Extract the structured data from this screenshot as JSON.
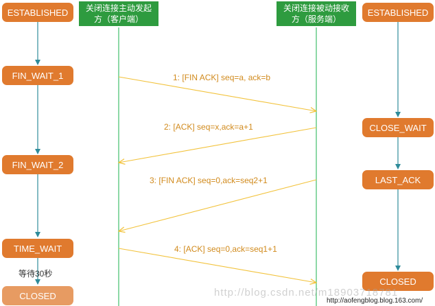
{
  "headers": {
    "client": {
      "line1": "关闭连接主动发起",
      "line2": "方（客户端）"
    },
    "server": {
      "line1": "关闭连接被动接收",
      "line2": "方（服务端）"
    }
  },
  "client_states": [
    "ESTABLISHED",
    "FIN_WAIT_1",
    "FIN_WAIT_2",
    "TIME_WAIT",
    "CLOSED"
  ],
  "server_states": [
    "ESTABLISHED",
    "CLOSE_WAIT",
    "LAST_ACK",
    "CLOSED"
  ],
  "messages": [
    {
      "step": "1:",
      "text": "[FIN ACK]  seq=a, ack=b"
    },
    {
      "step": "2:",
      "text": "[ACK] seq=x,ack=a+1"
    },
    {
      "step": "3:",
      "text": "[FIN ACK] seq=0,ack=seq2+1"
    },
    {
      "step": "4:",
      "text": "[ACK] seq=0,ack=seq1+1"
    }
  ],
  "wait_note": "等待30秒",
  "watermark": "http://blog.csdn.net/m18903718781",
  "watermark_url": "http://aofengblog.blog.163.com/",
  "colors": {
    "state_fill": "#e07a2e",
    "header_fill": "#2e9b3f",
    "state_arrow": "#2e8b9a",
    "message_line": "#f2c23a",
    "lifeline": "#3fbf6a",
    "message_text": "#d18a1c"
  }
}
